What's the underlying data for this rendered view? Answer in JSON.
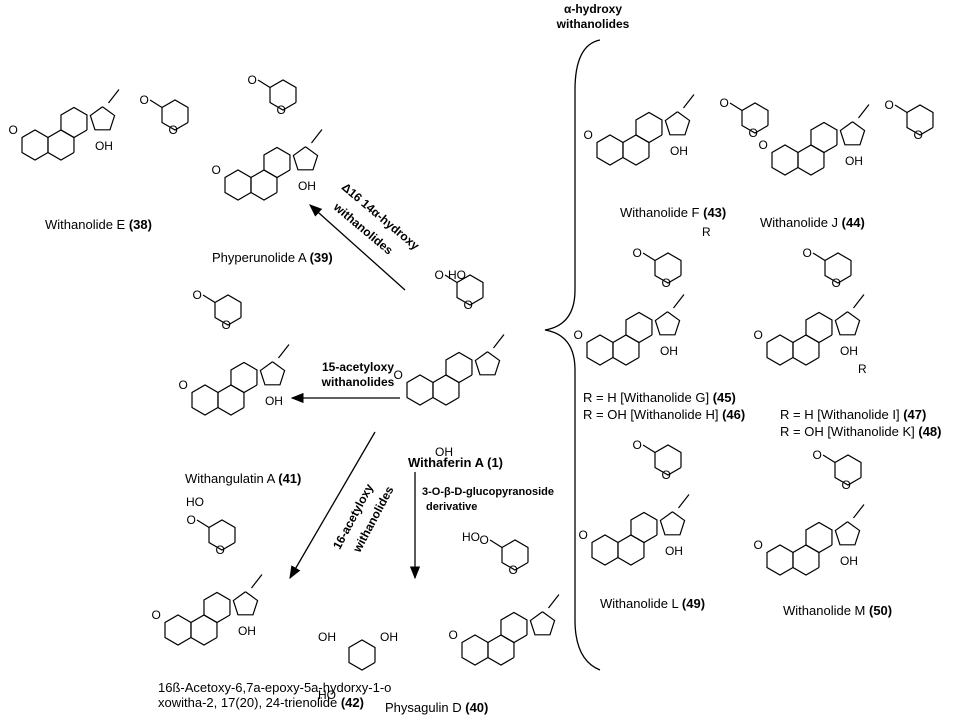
{
  "class_labels": {
    "alpha_hydroxy": "α-hydroxy",
    "alpha_hydroxy_2": "withanolides",
    "delta16": "Δ16 14α-hydroxy",
    "delta16_2": "withanolides",
    "acetyloxy15": "15-acetyloxy",
    "acetyloxy15_2": "withanolides",
    "acetyloxy16": "16-acetyloxy",
    "acetyloxy16_2": "withanolides",
    "glucoside": "3-O-β-D-glucopyranoside",
    "glucoside_2": "derivative"
  },
  "compounds": {
    "c38": {
      "name": "Withanolide E",
      "num": "(38)"
    },
    "c39": {
      "name": "Phyperunolide A",
      "num": "(39)"
    },
    "c41": {
      "name": "Withangulatin A",
      "num": "(41)"
    },
    "c1": {
      "name": "Withaferin A",
      "num": "(1)"
    },
    "c42_l1": {
      "name": "16ß-Acetoxy-6,7a-epoxy-5a-hydorxy-1-o"
    },
    "c42_l2": {
      "name": "xowitha-2, 17(20), 24-trienolide",
      "num": "(42)"
    },
    "c40": {
      "name": "Physagulin D",
      "num": "(40)"
    },
    "c43": {
      "name": "Withanolide F",
      "num": "(43)"
    },
    "c44": {
      "name": "Withanolide J",
      "num": "(44)"
    },
    "c45": {
      "name": "R = H [Withanolide G]",
      "num": "(45)"
    },
    "c46": {
      "name": "R = OH [Withanolide H]",
      "num": "(46)"
    },
    "c47": {
      "name": "R = H [Withanolide I]",
      "num": "(47)"
    },
    "c48": {
      "name": "R = OH [Withanolide K]",
      "num": "(48)"
    },
    "c49": {
      "name": "Withanolide L",
      "num": "(49)"
    },
    "c50": {
      "name": "Withanolide M",
      "num": "(50)"
    }
  },
  "atoms": {
    "oh": "OH",
    "o": "O",
    "ho": "HO",
    "r": "R"
  }
}
